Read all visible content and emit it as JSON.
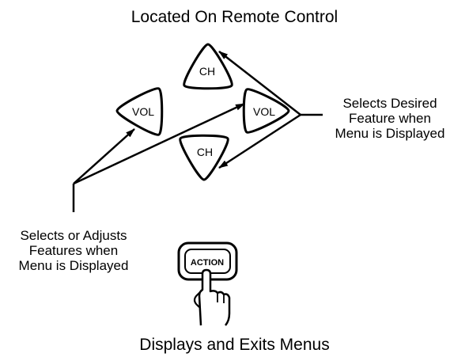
{
  "header": {
    "title": "Located On Remote Control"
  },
  "buttons": {
    "ch_up": "CH",
    "ch_down": "CH",
    "vol_left": "VOL",
    "vol_right": "VOL",
    "action": "ACTION"
  },
  "callouts": {
    "right": [
      "Selects Desired",
      "Feature when",
      "Menu is Displayed"
    ],
    "left": [
      "Selects or Adjusts",
      "Features when",
      "Menu is Displayed"
    ]
  },
  "footer": {
    "caption": "Displays and Exits Menus"
  },
  "colors": {
    "ink": "#000000",
    "background": "#ffffff"
  }
}
